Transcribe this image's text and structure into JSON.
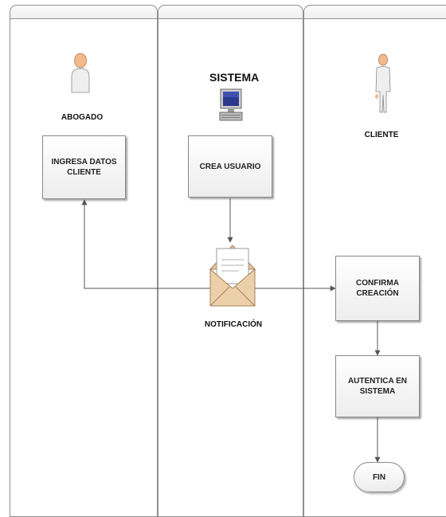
{
  "lanes": [
    {
      "id": "abogado"
    },
    {
      "id": "sistema"
    },
    {
      "id": "cliente"
    }
  ],
  "actors": {
    "abogado": "ABOGADO",
    "sistema": "SISTEMA",
    "cliente": "CLIENTE"
  },
  "steps": {
    "ingresa_datos": "INGRESA DATOS\nCLIENTE",
    "crea_usuario": "CREA USUARIO",
    "confirma": "CONFIRMA\nCREACIÓN",
    "autentica": "AUTENTICA EN\nSISTEMA",
    "fin": "FIN"
  },
  "notification": "NOTIFICACIÓN",
  "icons": {
    "abogado": "person-icon",
    "sistema": "computer-icon",
    "cliente": "standing-person-icon",
    "notification": "envelope-icon"
  },
  "colors": {
    "lane_border": "#8f8f8f",
    "person": "#f2b98d",
    "envelope": "#e8c9a0",
    "arrow": "#555555"
  }
}
